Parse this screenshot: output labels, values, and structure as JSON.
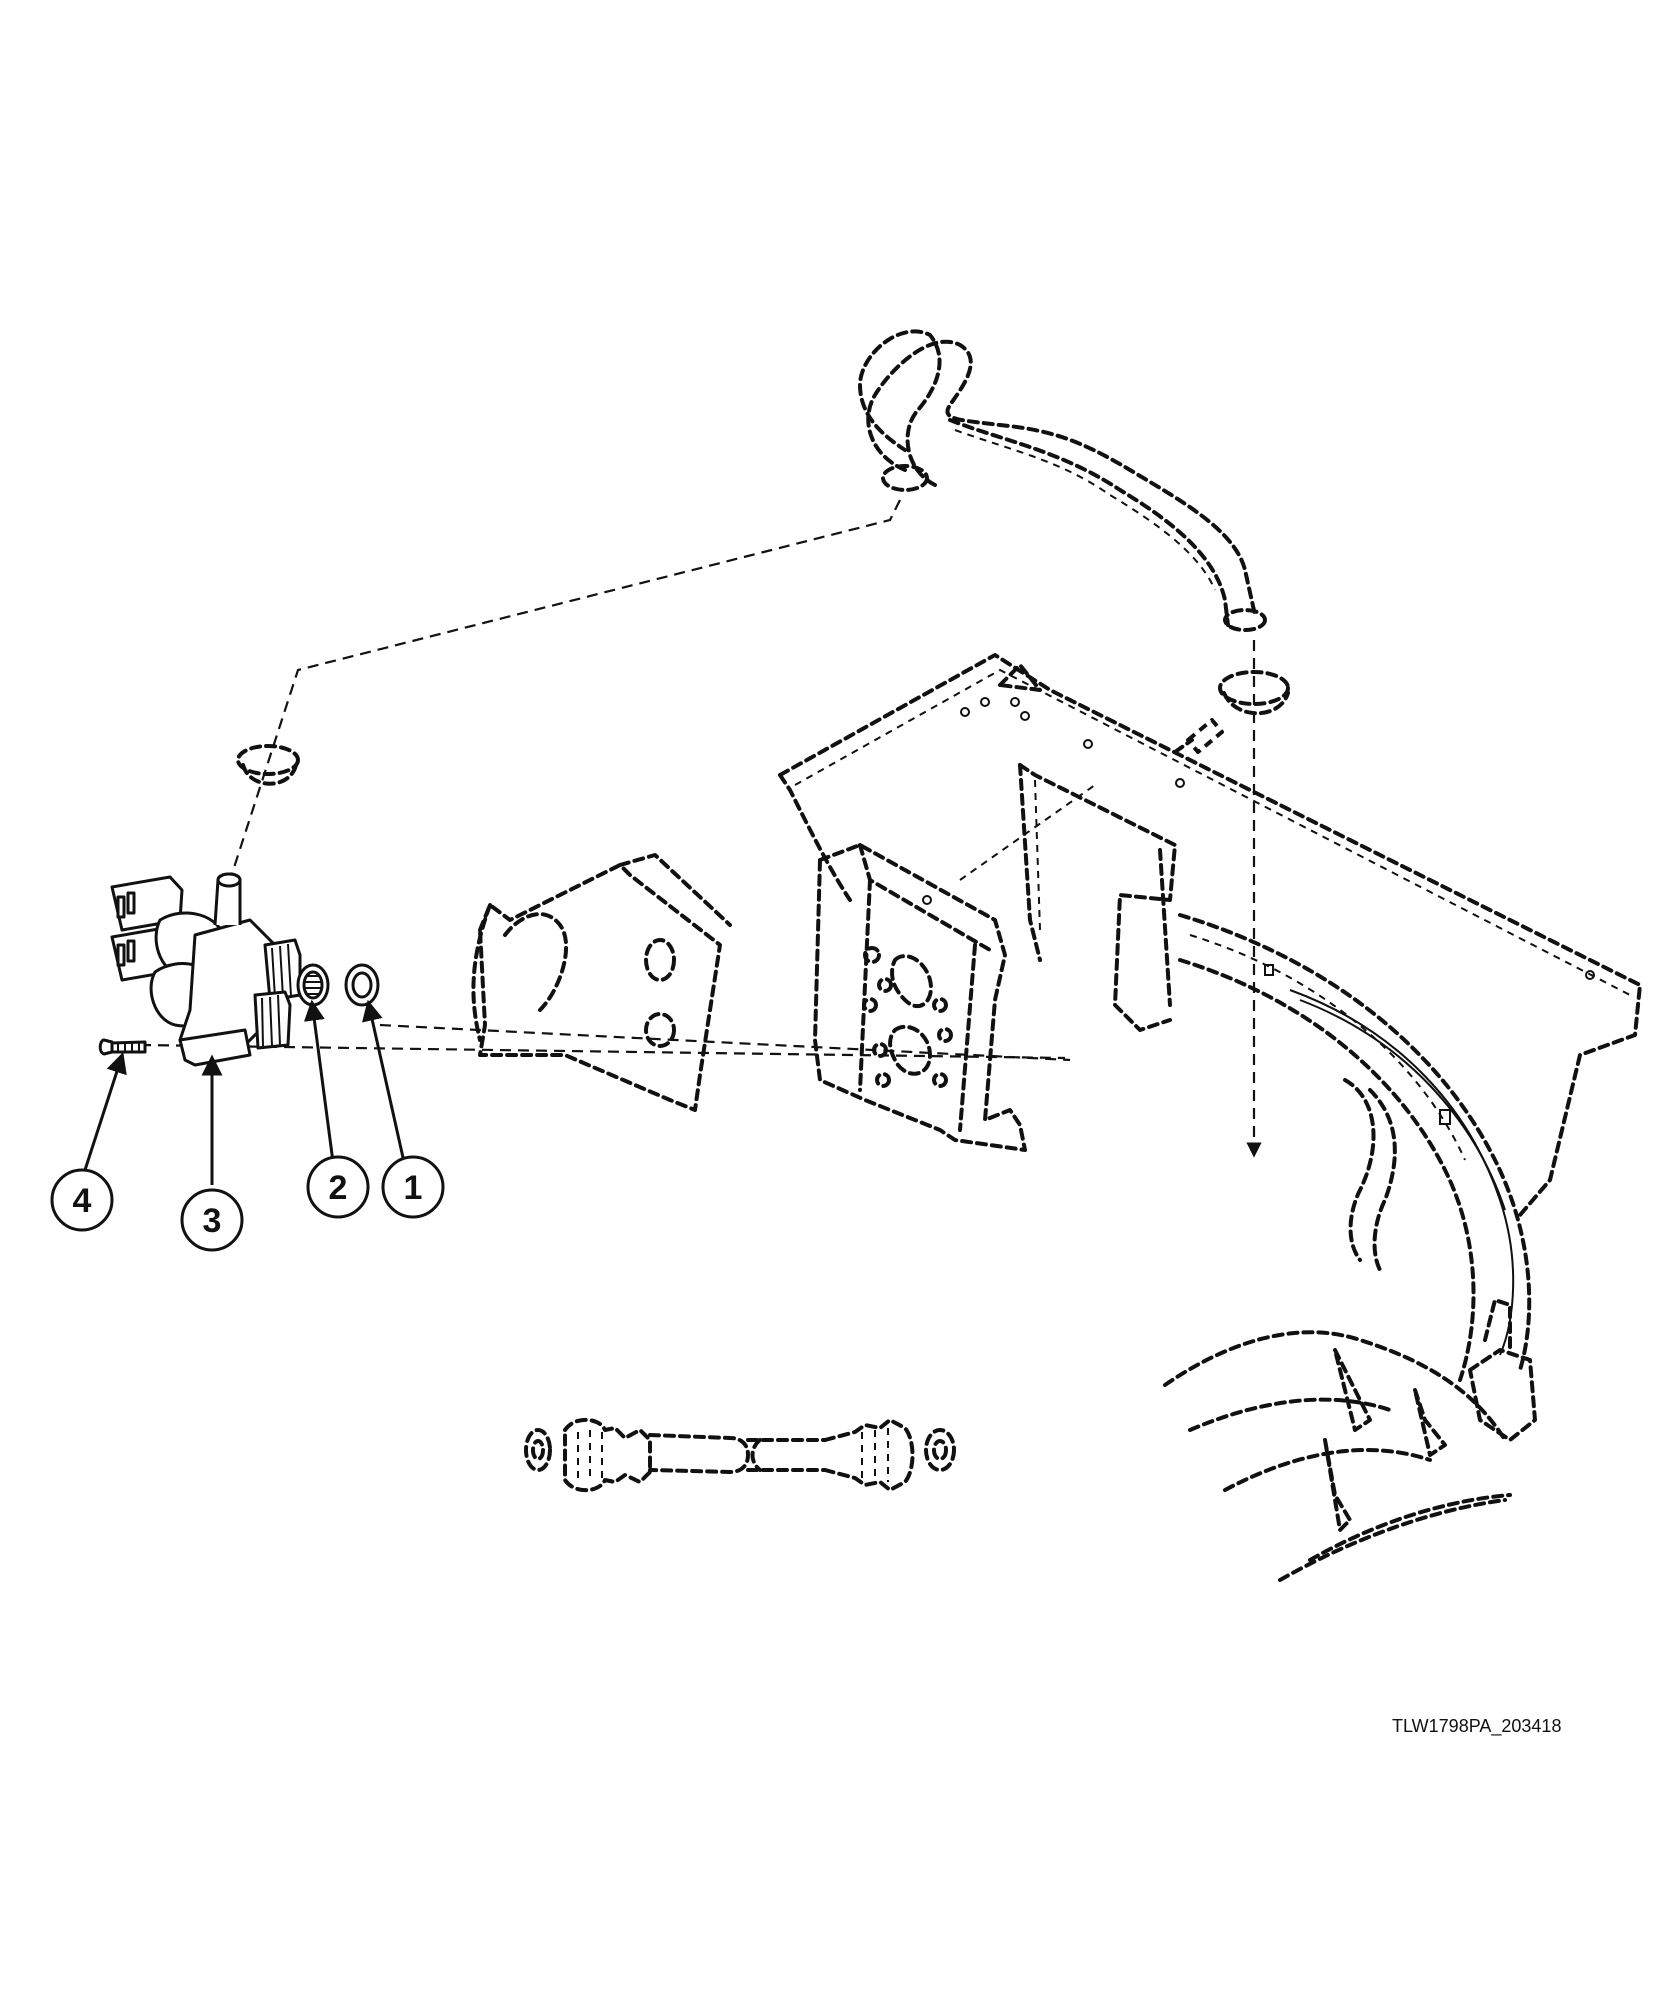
{
  "callouts": [
    {
      "id": "1",
      "label": "1"
    },
    {
      "id": "2",
      "label": "2"
    },
    {
      "id": "3",
      "label": "3"
    },
    {
      "id": "4",
      "label": "4"
    }
  ],
  "figure_code": "TLW1798PA_203418"
}
